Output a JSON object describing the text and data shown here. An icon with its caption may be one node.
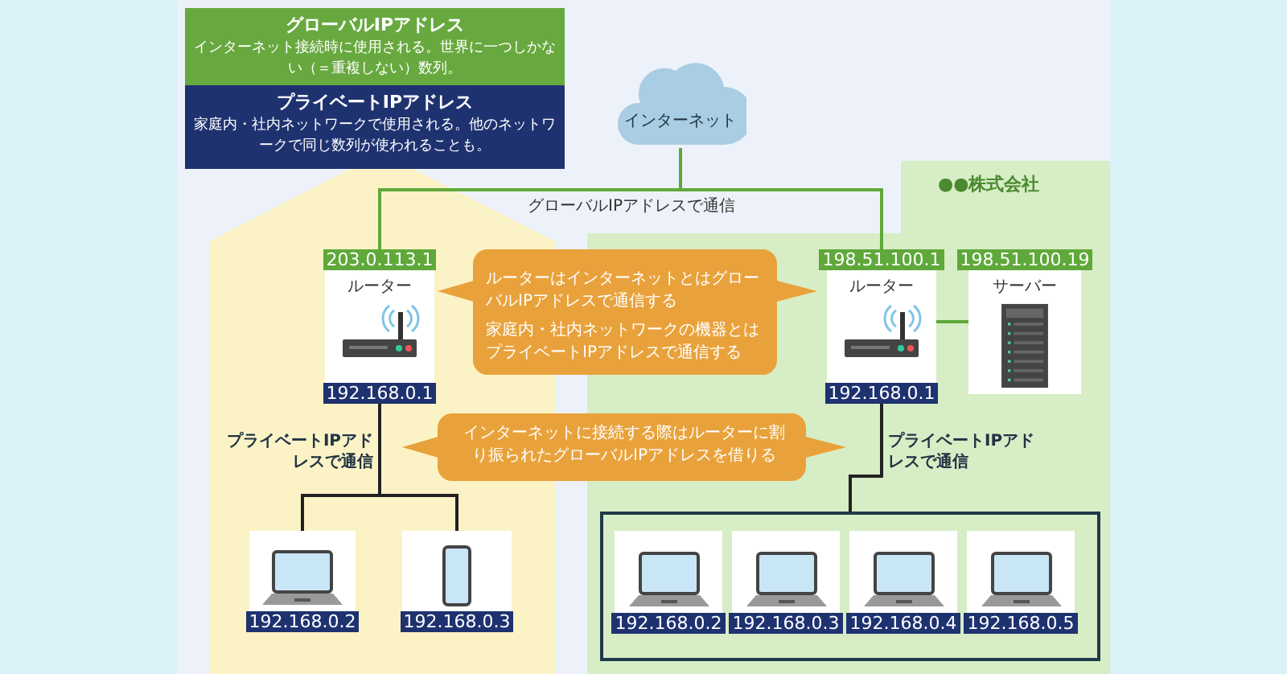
{
  "diagram": {
    "nodes": [
      {
        "text": [
          "グローバルIPアドレス",
          "インターネット接続時に使用される。世界に一つしかない（＝重複しない）数列。"
        ]
      },
      {
        "text": [
          "プライベートIPアドレス",
          "家庭内・社内ネットワークで使用される。他のネットワークで同じ数列が使われることも。"
        ]
      },
      {
        "text": [
          "インターネット"
        ]
      },
      {
        "text": [
          "●●株式会社"
        ]
      },
      {
        "text": [
          "203.0.113.1",
          "ルーター",
          "192.168.0.1"
        ]
      },
      {
        "text": [
          "198.51.100.1",
          "ルーター",
          "192.168.0.1"
        ],
        "in": 3
      },
      {
        "text": [
          "198.51.100.19",
          "サーバー"
        ],
        "in": 3
      },
      {
        "text": [
          "ルーターはインターネットとはグローバルIPアドレスで通信する",
          "家庭内・社内ネットワークの機器とはプライベートIPアドレスで通信する"
        ]
      },
      {
        "text": [
          "インターネットに接続する際はルーターに割り振られたグローバルIPアドレスを借りる"
        ]
      },
      {
        "text": [
          "192.168.0.2"
        ]
      },
      {
        "text": [
          "192.168.0.3"
        ]
      },
      {
        "text": [],
        "shape": "box",
        "in": 3
      },
      {
        "text": [
          "192.168.0.2"
        ],
        "in": 11
      },
      {
        "text": [
          "192.168.0.3"
        ],
        "in": 11
      },
      {
        "text": [
          "192.168.0.4"
        ],
        "in": 11
      },
      {
        "text": [
          "192.168.0.5"
        ],
        "in": 11
      }
    ],
    "edges": [
      {
        "from": 2,
        "to": 4,
        "arrow": "none",
        "label": "グローバルIPアドレスで通信"
      },
      {
        "from": 2,
        "to": 5,
        "arrow": "none"
      },
      {
        "from": 5,
        "to": 6,
        "arrow": "none"
      },
      {
        "from": 4,
        "to": 9,
        "arrow": "none",
        "color": "#222222"
      },
      {
        "from": 4,
        "to": 10,
        "arrow": "none",
        "color": "#222222"
      },
      {
        "from": 5,
        "to": 11,
        "arrow": "none",
        "color": "#222222"
      }
    ],
    "labels": [
      "プライベートIPアドレスで通信",
      "プライベートIPアドレスで通信"
    ]
  }
}
